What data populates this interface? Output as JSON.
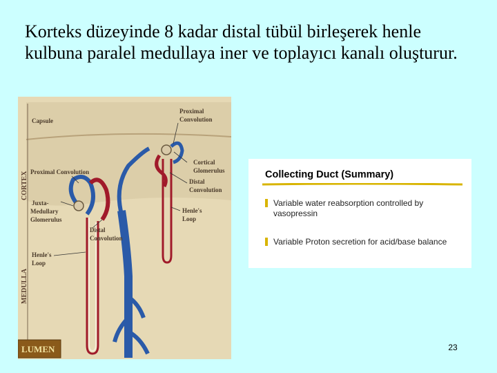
{
  "slide": {
    "title": "Korteks düzeyinde 8 kadar distal tübül birleşerek henle kulbuna paralel medullaya iner ve toplayıcı kanalı oluşturur.",
    "page_number": "23"
  },
  "figure": {
    "labels": {
      "capsule": "Capsule",
      "proximal_convolution_top_1": "Proximal",
      "proximal_convolution_top_2": "Convolution",
      "cortical_glomerulus_1": "Cortical",
      "cortical_glomerulus_2": "Glomerulus",
      "distal_convolution_right_1": "Distal",
      "distal_convolution_right_2": "Convolution",
      "proximal_convolution_left": "Proximal Convolution",
      "juxta_1": "Juxta-",
      "juxta_2": "Medullary",
      "juxta_3": "Glomerulus",
      "henles_loop_right_1": "Henle's",
      "henles_loop_right_2": "Loop",
      "distal_convolution_lower_1": "Distal",
      "distal_convolution_lower_2": "Convolution",
      "henles_loop_left_1": "Henle's",
      "henles_loop_left_2": "Loop",
      "cortex": "CORTEX",
      "medulla": "MEDULLA"
    },
    "logo_text": "LUMEN"
  },
  "summary": {
    "title": "Collecting Duct",
    "subtitle": "(Summary)",
    "bullets": [
      "Variable water reabsorption controlled by vasopressin",
      "Variable Proton secretion for acid/base balance"
    ]
  },
  "colors": {
    "background": "#ccffff",
    "accent_yellow": "#d8b400",
    "artery_red": "#a01a2a",
    "vein_blue": "#2a5aa8"
  }
}
